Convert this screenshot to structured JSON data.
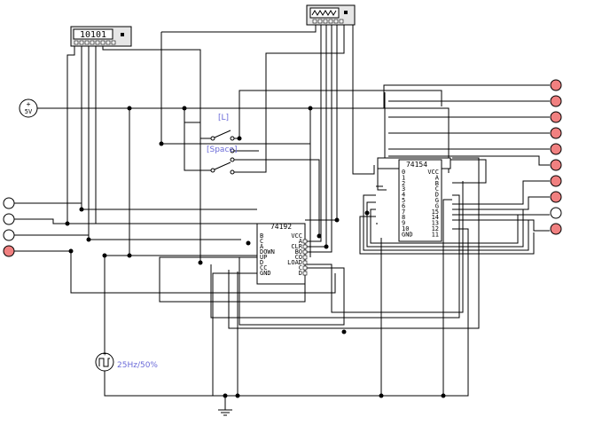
{
  "power": {
    "label": "5V"
  },
  "clock": {
    "label": "25Hz/50%"
  },
  "switches": {
    "upper_key": "[L]",
    "lower_key": "[Space]"
  },
  "hex_display": {
    "value": "10101"
  },
  "chip_74192": {
    "name": "74192",
    "left_pins": [
      "B",
      "C",
      "A",
      "DOWN",
      "UP",
      "D",
      "CC",
      "GND"
    ],
    "right_pins": [
      "VCC",
      "A",
      "CLR",
      "BO",
      "CO",
      "LOAD",
      "C",
      "D"
    ]
  },
  "chip_74154": {
    "name": "74154",
    "left_pins": [
      "0",
      "1",
      "2",
      "3",
      "4",
      "5",
      "6",
      "7",
      "8",
      "9",
      "10",
      "GND"
    ],
    "right_pins": [
      "VCC",
      "A",
      "B",
      "C",
      "D",
      "G",
      "G",
      "15",
      "14",
      "13",
      "12",
      "11"
    ]
  },
  "colors": {
    "led_on": "#f08080",
    "led_off": "#ffffff",
    "label": "#6a6ad8"
  },
  "icons": [
    "power-source-icon",
    "clock-source-icon",
    "ground-icon",
    "switch-icon",
    "led-icon",
    "display-icon"
  ],
  "led_states": {
    "left_inputs": [
      false,
      false,
      false,
      true
    ],
    "right_outputs": [
      true,
      true,
      true,
      true,
      true,
      true,
      true,
      true,
      false,
      true
    ]
  }
}
